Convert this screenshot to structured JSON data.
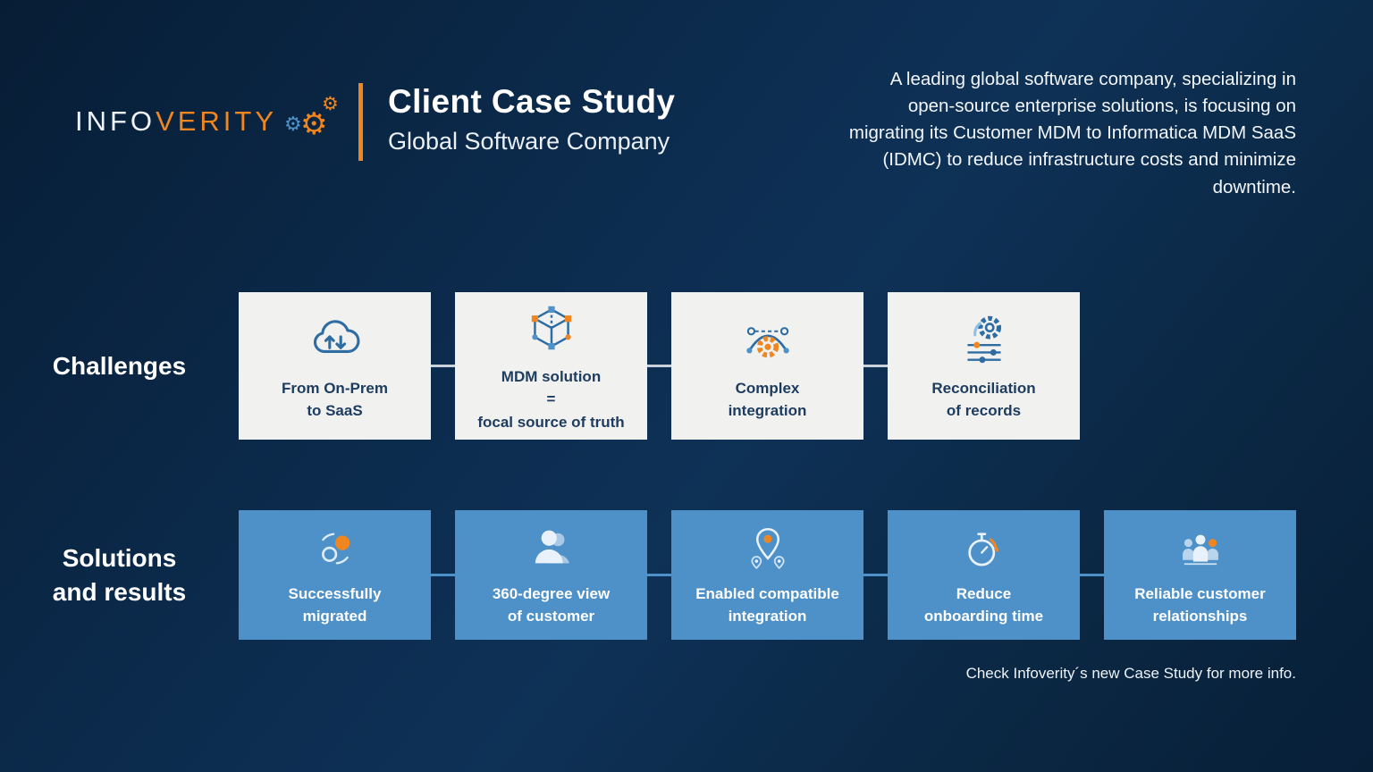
{
  "logo": {
    "part1": "INFO",
    "part2": "VERITY",
    "gear_icons": [
      "gear-icon-large-orange",
      "gear-icon-small-blue",
      "gear-icon-small-orange"
    ]
  },
  "header": {
    "title": "Client Case Study",
    "subtitle": "Global Software Company",
    "description": "A leading global software company, specializing in open-source enterprise solutions, is focusing on migrating its Customer MDM to Informatica MDM SaaS (IDMC) to reduce infrastructure costs and minimize downtime."
  },
  "challenges": {
    "label": "Challenges",
    "cards": [
      {
        "label": "From On-Prem\nto SaaS",
        "icon": "cloud-migration-icon"
      },
      {
        "label": "MDM solution\n=\nfocal source of truth",
        "icon": "mdm-cube-icon"
      },
      {
        "label": "Complex\nintegration",
        "icon": "bezier-curve-icon"
      },
      {
        "label": "Reconciliation\nof records",
        "icon": "reconciliation-icon"
      }
    ]
  },
  "solutions": {
    "label": "Solutions\nand results",
    "cards": [
      {
        "label": "Successfully\nmigrated",
        "icon": "migration-circles-icon"
      },
      {
        "label": "360-degree view\nof customer",
        "icon": "customer-360-icon"
      },
      {
        "label": "Enabled compatible\nintegration",
        "icon": "location-pins-icon"
      },
      {
        "label": "Reduce\nonboarding time",
        "icon": "stopwatch-icon"
      },
      {
        "label": "Reliable customer\nrelationships",
        "icon": "customer-group-icon"
      }
    ]
  },
  "footer": {
    "note": "Check Infoverity´s new Case Study for more info."
  },
  "colors": {
    "accent_orange": "#f0861f",
    "card_light": "#f1f1ef",
    "card_blue": "#4e90c8",
    "background_dark": "#0b2844",
    "text_navy": "#1d3c5f",
    "icon_blue": "#2e6da4"
  }
}
